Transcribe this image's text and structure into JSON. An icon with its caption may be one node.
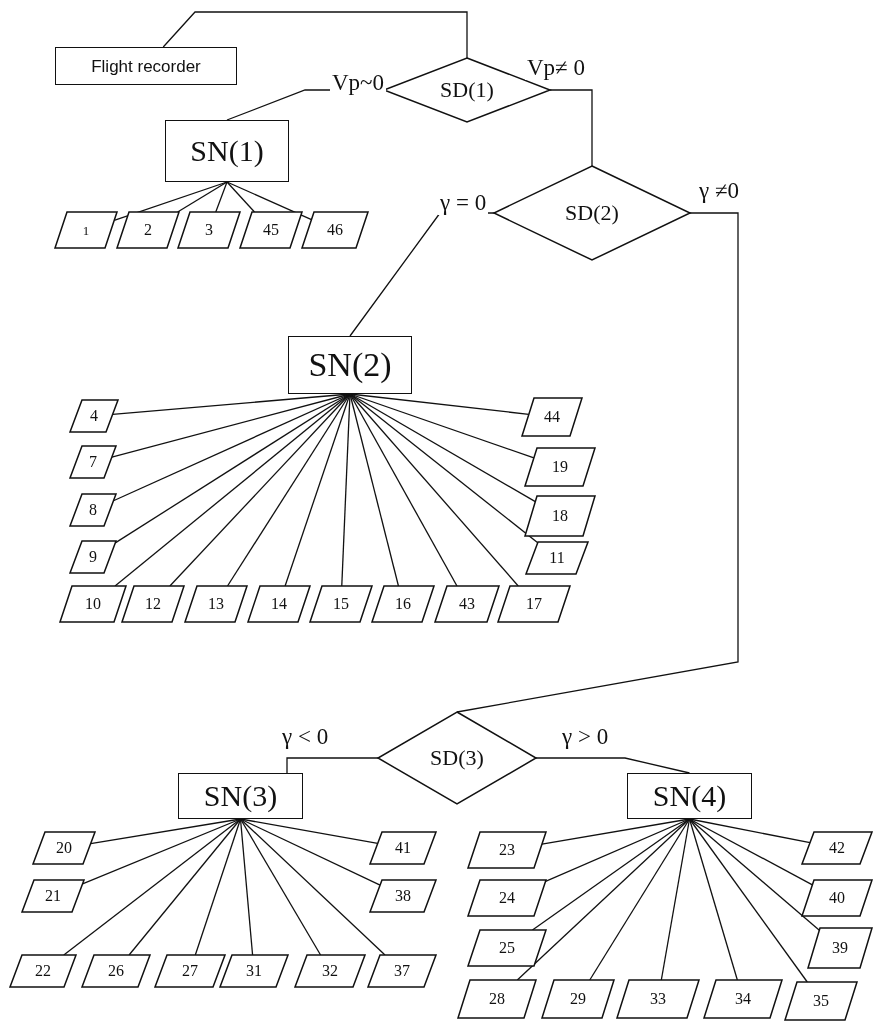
{
  "diagram": {
    "nodes": [
      {
        "text": [
          "Flight recorder"
        ]
      },
      {
        "text": [
          "SD(1)"
        ]
      },
      {
        "text": [
          "SN(1)"
        ]
      },
      {
        "text": [
          "1"
        ]
      },
      {
        "text": [
          "2"
        ]
      },
      {
        "text": [
          "3"
        ]
      },
      {
        "text": [
          "45"
        ]
      },
      {
        "text": [
          "46"
        ]
      },
      {
        "text": [
          "SD(2)"
        ]
      },
      {
        "text": [
          "SN(2)"
        ]
      },
      {
        "text": [
          "4"
        ]
      },
      {
        "text": [
          "44"
        ]
      },
      {
        "text": [
          "7"
        ]
      },
      {
        "text": [
          "19"
        ]
      },
      {
        "text": [
          "8"
        ]
      },
      {
        "text": [
          "18"
        ]
      },
      {
        "text": [
          "9"
        ]
      },
      {
        "text": [
          "11"
        ]
      },
      {
        "text": [
          "10"
        ]
      },
      {
        "text": [
          "12"
        ]
      },
      {
        "text": [
          "13"
        ]
      },
      {
        "text": [
          "14"
        ]
      },
      {
        "text": [
          "15"
        ]
      },
      {
        "text": [
          "16"
        ]
      },
      {
        "text": [
          "43"
        ]
      },
      {
        "text": [
          "17"
        ]
      },
      {
        "text": [
          "SD(3)"
        ]
      },
      {
        "text": [
          "SN(3)"
        ]
      },
      {
        "text": [
          "SN(4)"
        ]
      },
      {
        "text": [
          "20"
        ]
      },
      {
        "text": [
          "41"
        ]
      },
      {
        "text": [
          "23"
        ]
      },
      {
        "text": [
          "42"
        ]
      },
      {
        "text": [
          "21"
        ]
      },
      {
        "text": [
          "38"
        ]
      },
      {
        "text": [
          "24"
        ]
      },
      {
        "text": [
          "40"
        ]
      },
      {
        "text": [
          "25"
        ]
      },
      {
        "text": [
          "39"
        ]
      },
      {
        "text": [
          "22"
        ]
      },
      {
        "text": [
          "26"
        ]
      },
      {
        "text": [
          "27"
        ]
      },
      {
        "text": [
          "31"
        ]
      },
      {
        "text": [
          "32"
        ]
      },
      {
        "text": [
          "37"
        ]
      },
      {
        "text": [
          "28"
        ]
      },
      {
        "text": [
          "29"
        ]
      },
      {
        "text": [
          "33"
        ]
      },
      {
        "text": [
          "34"
        ]
      },
      {
        "text": [
          "35"
        ]
      }
    ],
    "edges": [
      {
        "from": 0,
        "to": 1,
        "arrow": "none"
      },
      {
        "from": 1,
        "to": 2,
        "arrow": "none",
        "label": "Vp~0"
      },
      {
        "from": 1,
        "to": 8,
        "arrow": "none",
        "label": "Vp≠ 0"
      },
      {
        "from": 8,
        "to": 9,
        "arrow": "none",
        "label": "γ = 0"
      },
      {
        "from": 8,
        "to": 26,
        "arrow": "none",
        "label": "γ ≠0"
      },
      {
        "from": 26,
        "to": 27,
        "arrow": "none",
        "label": "γ < 0"
      },
      {
        "from": 26,
        "to": 28,
        "arrow": "none",
        "label": "γ > 0"
      },
      {
        "from": 2,
        "to": 3,
        "arrow": "none"
      },
      {
        "from": 2,
        "to": 4,
        "arrow": "none"
      },
      {
        "from": 2,
        "to": 5,
        "arrow": "none"
      },
      {
        "from": 2,
        "to": 6,
        "arrow": "none"
      },
      {
        "from": 2,
        "to": 7,
        "arrow": "none"
      },
      {
        "from": 9,
        "to": 10,
        "arrow": "none"
      },
      {
        "from": 9,
        "to": 11,
        "arrow": "none"
      },
      {
        "from": 9,
        "to": 12,
        "arrow": "none"
      },
      {
        "from": 9,
        "to": 13,
        "arrow": "none"
      },
      {
        "from": 9,
        "to": 14,
        "arrow": "none"
      },
      {
        "from": 9,
        "to": 15,
        "arrow": "none"
      },
      {
        "from": 9,
        "to": 16,
        "arrow": "none"
      },
      {
        "from": 9,
        "to": 17,
        "arrow": "none"
      },
      {
        "from": 9,
        "to": 18,
        "arrow": "none"
      },
      {
        "from": 9,
        "to": 19,
        "arrow": "none"
      },
      {
        "from": 9,
        "to": 20,
        "arrow": "none"
      },
      {
        "from": 9,
        "to": 21,
        "arrow": "none"
      },
      {
        "from": 9,
        "to": 22,
        "arrow": "none"
      },
      {
        "from": 9,
        "to": 23,
        "arrow": "none"
      },
      {
        "from": 9,
        "to": 24,
        "arrow": "none"
      },
      {
        "from": 9,
        "to": 25,
        "arrow": "none"
      },
      {
        "from": 27,
        "to": 29,
        "arrow": "none"
      },
      {
        "from": 27,
        "to": 30,
        "arrow": "none"
      },
      {
        "from": 27,
        "to": 33,
        "arrow": "none"
      },
      {
        "from": 27,
        "to": 34,
        "arrow": "none"
      },
      {
        "from": 27,
        "to": 39,
        "arrow": "none"
      },
      {
        "from": 27,
        "to": 40,
        "arrow": "none"
      },
      {
        "from": 27,
        "to": 41,
        "arrow": "none"
      },
      {
        "from": 27,
        "to": 42,
        "arrow": "none"
      },
      {
        "from": 27,
        "to": 43,
        "arrow": "none"
      },
      {
        "from": 27,
        "to": 44,
        "arrow": "none"
      },
      {
        "from": 28,
        "to": 31,
        "arrow": "none"
      },
      {
        "from": 28,
        "to": 32,
        "arrow": "none"
      },
      {
        "from": 28,
        "to": 35,
        "arrow": "none"
      },
      {
        "from": 28,
        "to": 36,
        "arrow": "none"
      },
      {
        "from": 28,
        "to": 37,
        "arrow": "none"
      },
      {
        "from": 28,
        "to": 38,
        "arrow": "none"
      },
      {
        "from": 28,
        "to": 45,
        "arrow": "none"
      },
      {
        "from": 28,
        "to": 46,
        "arrow": "none"
      },
      {
        "from": 28,
        "to": 47,
        "arrow": "none"
      },
      {
        "from": 28,
        "to": 48,
        "arrow": "none"
      },
      {
        "from": 28,
        "to": 49,
        "arrow": "none"
      }
    ]
  }
}
